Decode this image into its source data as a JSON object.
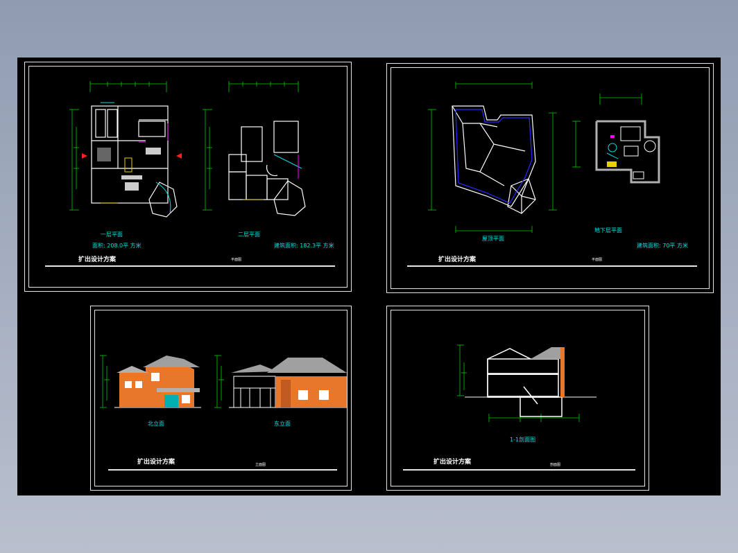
{
  "colors": {
    "background": "#000000",
    "frame": "#e6e6e6",
    "cyan": "#00e4e4",
    "green": "#00d000",
    "orange": "#e8772a",
    "blue": "#2a2aff",
    "magenta": "#ff00ff",
    "red": "#ff2020"
  },
  "sheet1": {
    "plan1_label": "一层平面",
    "plan1_area": "面积: 208.0平 方米",
    "plan2_label": "二层平面",
    "plan2_area": "建筑面积: 182.3平 方米",
    "title": "扩出设计方案",
    "subtitle": "平面图"
  },
  "sheet2": {
    "roof_label": "屋顶平面",
    "basement_label": "地下层平面",
    "basement_area": "建筑面积: 70平 方米",
    "title": "扩出设计方案",
    "subtitle": "平面图"
  },
  "sheet3": {
    "north_label": "北立面",
    "east_label": "东立面",
    "title": "扩出设计方案",
    "subtitle": "立面图"
  },
  "sheet4": {
    "section_label": "1-1剖面图",
    "title": "扩出设计方案",
    "subtitle": "剖面图"
  }
}
